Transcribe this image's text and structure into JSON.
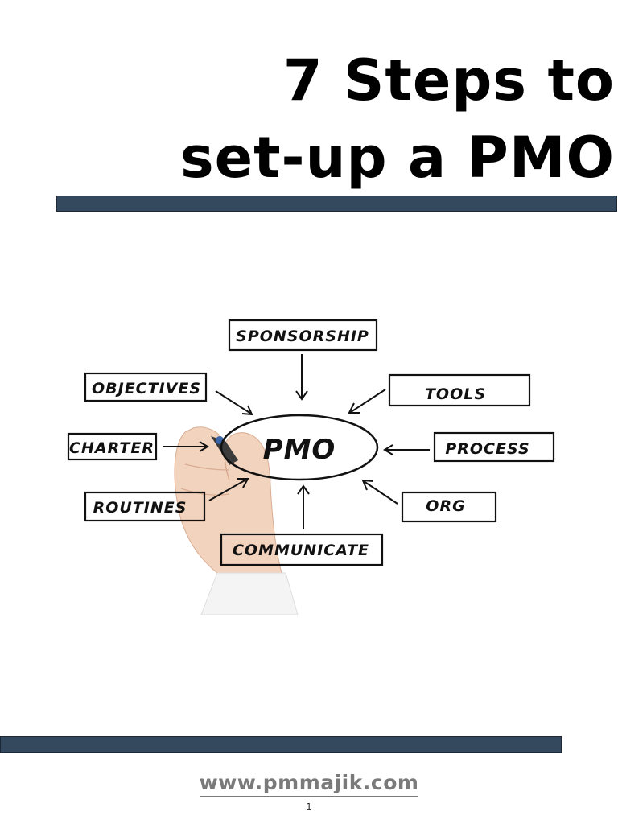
{
  "document": {
    "title_line1": "7 Steps to",
    "title_line2": "set-up a PMO",
    "accent_color": "#34495e"
  },
  "diagram": {
    "center": "PMO",
    "nodes": {
      "sponsorship": "SPONSORSHIP",
      "objectives": "OBJECTIVES",
      "charter": "CHARTER",
      "routines": "ROUTINES",
      "communicate": "COMMUNICATE",
      "tools": "TOOLS",
      "process": "PROCESS",
      "org": "ORG"
    }
  },
  "footer": {
    "website": "www.pmmajik.com",
    "page_number": "1"
  }
}
